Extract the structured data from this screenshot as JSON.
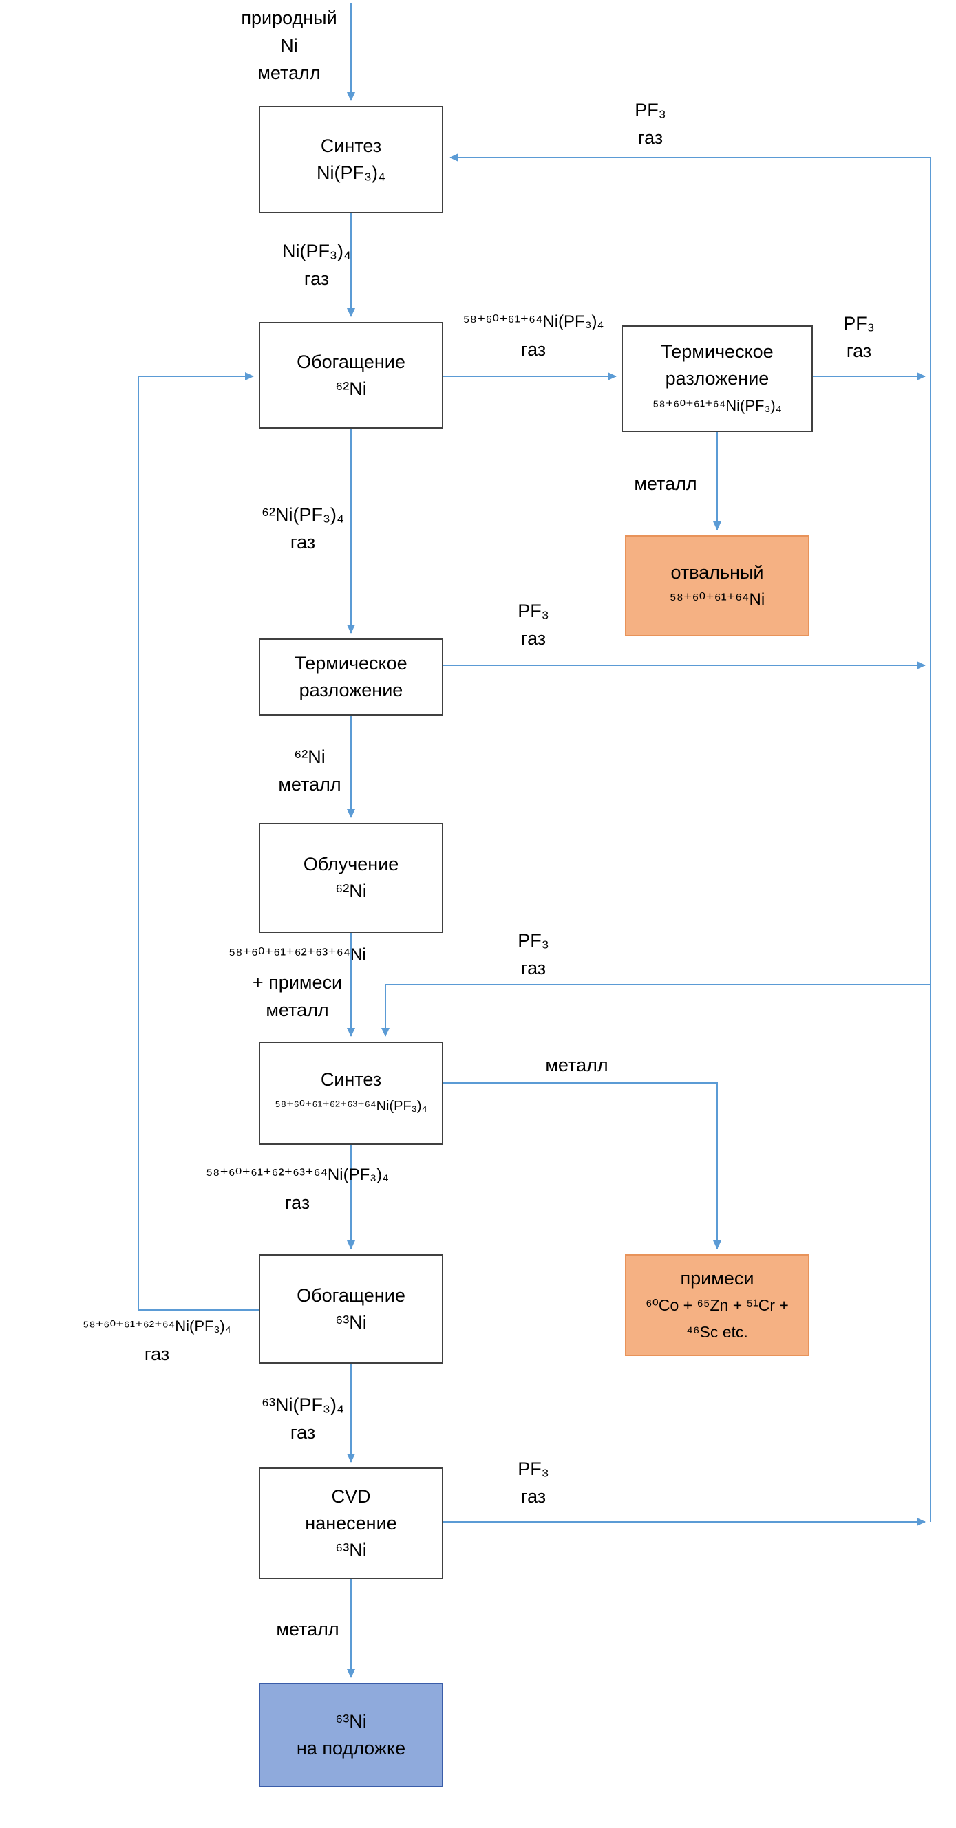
{
  "colors": {
    "arrow": "#5b9bd5",
    "box_border": "#404040",
    "waste_fill": "#f5b183",
    "waste_border": "#e8935a",
    "product_fill": "#8faadc",
    "product_border": "#3a5da9"
  },
  "nodes": {
    "input": {
      "lines": [
        "природный",
        "Ni",
        "металл"
      ]
    },
    "synthesis1": {
      "lines": [
        "Синтез",
        "Ni(PF₃)₄"
      ]
    },
    "enrich62": {
      "lines": [
        "Обогащение",
        "⁶²Ni"
      ]
    },
    "thermal_waste": {
      "lines": [
        "Термическое",
        "разложение",
        "⁵⁸⁺⁶⁰⁺⁶¹⁺⁶⁴Ni(PF₃)₄"
      ]
    },
    "waste": {
      "lines": [
        "отвальный",
        "⁵⁸⁺⁶⁰⁺⁶¹⁺⁶⁴Ni"
      ]
    },
    "thermal_main": {
      "lines": [
        "Термическое",
        "разложение"
      ]
    },
    "irradiation": {
      "lines": [
        "Облучение",
        "⁶²Ni"
      ]
    },
    "synthesis2": {
      "lines": [
        "Синтез",
        "⁵⁸⁺⁶⁰⁺⁶¹⁺⁶²⁺⁶³⁺⁶⁴Ni(PF₃)₄"
      ]
    },
    "impurities": {
      "lines": [
        "примеси",
        "⁶⁰Co + ⁶⁵Zn + ⁵¹Cr +",
        "⁴⁶Sc etc."
      ]
    },
    "enrich63": {
      "lines": [
        "Обогащение",
        "⁶³Ni"
      ]
    },
    "cvd": {
      "lines": [
        "CVD",
        "нанесение",
        "⁶³Ni"
      ]
    },
    "product": {
      "lines": [
        "⁶³Ni",
        "на подложке"
      ]
    }
  },
  "labels": {
    "pf3_top": {
      "lines": [
        "PF₃",
        "газ"
      ]
    },
    "feed_gas": {
      "lines": [
        "Ni(PF₃)₄",
        "газ"
      ]
    },
    "tails_gas": {
      "lines": [
        "⁵⁸⁺⁶⁰⁺⁶¹⁺⁶⁴Ni(PF₃)₄",
        "газ"
      ]
    },
    "pf3_thermal_waste": {
      "lines": [
        "PF₃",
        "газ"
      ]
    },
    "metal_waste": {
      "lines": [
        "металл"
      ]
    },
    "ni62_gas": {
      "lines": [
        "⁶²Ni(PF₃)₄",
        "газ"
      ]
    },
    "pf3_thermal_main": {
      "lines": [
        "PF₃",
        "газ"
      ]
    },
    "ni62_metal": {
      "lines": [
        "⁶²Ni",
        "металл"
      ]
    },
    "irradiated_metal": {
      "lines": [
        "⁵⁸⁺⁶⁰⁺⁶¹⁺⁶²⁺⁶³⁺⁶⁴Ni",
        "+ примеси",
        "металл"
      ]
    },
    "pf3_synthesis2": {
      "lines": [
        "PF₃",
        "газ"
      ]
    },
    "metal_impurities": {
      "lines": [
        "металл"
      ]
    },
    "mix_gas": {
      "lines": [
        "⁵⁸⁺⁶⁰⁺⁶¹⁺⁶²⁺⁶³⁺⁶⁴Ni(PF₃)₄",
        "газ"
      ]
    },
    "recycle_gas": {
      "lines": [
        "⁵⁸⁺⁶⁰⁺⁶¹⁺⁶²⁺⁶⁴Ni(PF₃)₄",
        "газ"
      ]
    },
    "ni63_gas": {
      "lines": [
        "⁶³Ni(PF₃)₄",
        "газ"
      ]
    },
    "pf3_cvd": {
      "lines": [
        "PF₃",
        "газ"
      ]
    },
    "metal_product": {
      "lines": [
        "металл"
      ]
    }
  }
}
